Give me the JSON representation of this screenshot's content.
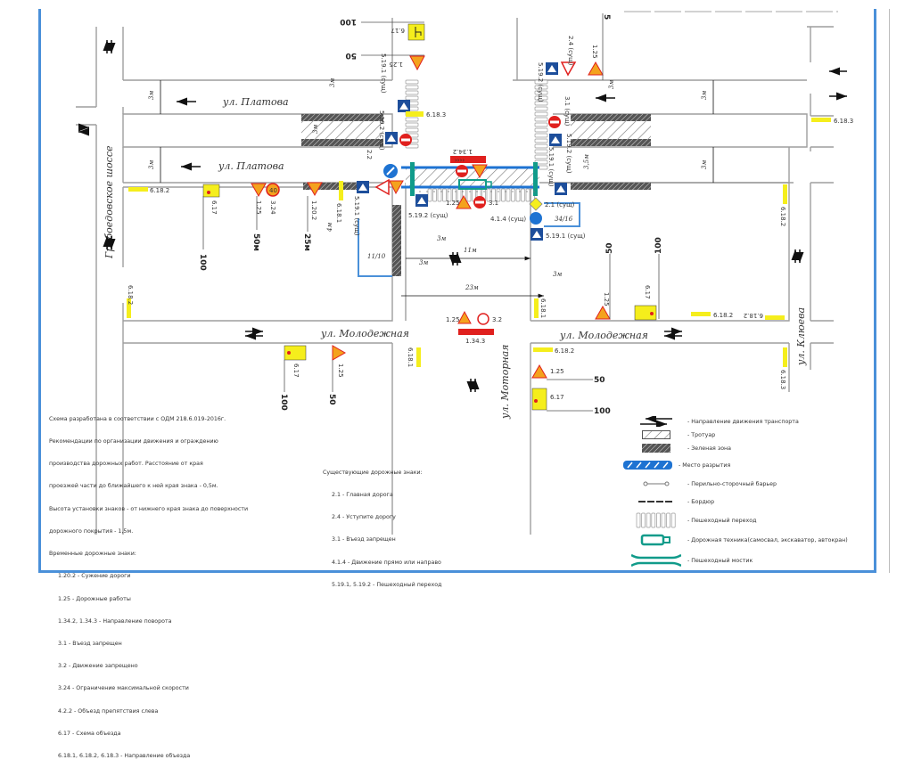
{
  "streets": {
    "platova_top": "ул. Платова",
    "platova_bottom": "ул. Платова",
    "gribedovskoe": "Грибоедовское шоссе",
    "molodezhnaya_left": "ул. Молодежная",
    "molodezhnaya_right": "ул. Молодежная",
    "motornaya": "ул. Моторная",
    "klyueva": "ул. Клюева"
  },
  "sign_labels": {
    "s617_top": "6.17",
    "s125_top": "1.25",
    "s5912_top": "5.19.2 (сущ)",
    "s24_top": "2.4 (сущ)",
    "s125_topright": "1.25",
    "s5911_top": "5.19.1 (сущ)",
    "s6183_a": "6.18.3",
    "s5192_b": "5.19.2 (сущ)",
    "s22": "2.2",
    "s31_top": "3.1 (сущ)",
    "s5192_c": "5.19.2 (сущ)",
    "s5191_d": "5.19.1 (сущ)",
    "s1342": "1.34.2",
    "s6182_left": "6.18.2",
    "s617_left": "6.17",
    "s125_left": "1.25",
    "s324": "3.24",
    "s1202": "1.20.2",
    "s6181_left": "6.18.1",
    "s5191_left": "5.19.1 (сущ)",
    "s5192_center": "5.19.2 (сущ)",
    "s125_center": "1.25",
    "s31_center": "3.1",
    "s21": "2.1 (сущ)",
    "s414": "4.1.4 (сущ)",
    "s5191_center": "5.19.1 (сущ)",
    "s6183_right": "6.18.3",
    "s6182_right1": "6.18.2",
    "s6182_right2": "6.18.2",
    "s6183_right2": "6.18.3",
    "s6182_leftv": "6.18.2",
    "s6181_mid": "6.18.1",
    "s125_mid": "1.25",
    "s617_mid": "6.17",
    "s6182_mid": "6.18.2",
    "s617_bl": "6.17",
    "s125_bl": "1.25",
    "s6181_bl": "6.18.1",
    "s125_c2": "1.25",
    "s32_c2": "3.2",
    "s1343": "1.34.3",
    "s6182_br": "6.18.2",
    "s125_br": "1.25",
    "s617_br": "6.17"
  },
  "distances": {
    "d100_top": "100",
    "d50_top": "50",
    "d5_top": "5",
    "d100_left": "100",
    "d50m_left": "50м",
    "d25m_left": "25м",
    "d100_bl": "100",
    "d50_bl": "50",
    "d50_mid": "50",
    "d100_mid": "100",
    "d50_br": "50",
    "d100_br": "100"
  },
  "dimensions": {
    "w3_a": "3м",
    "w3_b": "3м",
    "w3_c": "3м",
    "w3_d": "3м",
    "w3_e": "3м",
    "w3_f": "3м",
    "w3_g": "3м",
    "w4": "4м",
    "w35": "3,5м",
    "w11": "11м",
    "w23": "23м",
    "w3_h": "3м",
    "w3_i": "3м",
    "w3_j": "3м",
    "box_left": "11/10",
    "box_right": "34/16"
  },
  "notes": {
    "intro": [
      "Схема разработана в соответствии с ОДМ 218.6.019-2016г.",
      "Рекомендации по организации движения и ограждению",
      "производства дорожных работ. Расстояние от края",
      "проезжей части до ближайшего к ней края знака - 0,5м.",
      "Высота установки знаков - от нижнего края знака до поверхности",
      "дорожного покрытия - 1,5м.",
      "Временные дорожные знаки:"
    ],
    "temporary_signs": [
      "1.20.2 - Сужение дороги",
      "1.25 - Дорожные работы",
      "1.34.2, 1.34.3 - Направление поворота",
      "3.1 - Въезд запрещен",
      "3.2 - Движение запрещено",
      "3.24 - Ограничение максимальной скорости",
      "4.2.2 - Объезд препятствия слева",
      "6.17 - Схема объезда",
      "6.18.1, 6.18.2, 6.18.3 - Направление объезда"
    ]
  },
  "existing_signs": {
    "title": "Существующие дорожные знаки:",
    "items": [
      "2.1 - Главная дорога",
      "2.4 - Уступите дорогу",
      "3.1 - Въезд запрещен",
      "4.1.4 - Движение прямо или направо",
      "5.19.1, 5.19.2 - Пешеходный переход"
    ]
  },
  "legend": [
    {
      "icon": "traffic-direction-icon",
      "label": "- Направление движения транспорта"
    },
    {
      "icon": "sidewalk-icon",
      "label": "- Тротуар"
    },
    {
      "icon": "green-zone-icon",
      "label": "- Зеленая зона"
    },
    {
      "icon": "excavation-icon",
      "label": "- Место разрытия"
    },
    {
      "icon": "barrier-icon",
      "label": "- Перильно-сторочный барьер"
    },
    {
      "icon": "curb-icon",
      "label": "- Бордюр"
    },
    {
      "icon": "crosswalk-icon",
      "label": "- Пешеходный переход"
    },
    {
      "icon": "road-machinery-icon",
      "label": "- Дорожная техника(самосвал, экскаватор, автокран)"
    },
    {
      "icon": "pedestrian-bridge-icon",
      "label": "- Пешеходный мостик"
    }
  ],
  "colors": {
    "frame": "#4a90d9",
    "road": "#9e9e9e",
    "excavation": "#1e73d2",
    "machinery": "#119b8a",
    "sign_yellow": "#f5ee1c",
    "sign_red": "#e0201e",
    "sign_blue": "#1d4e9b",
    "sign_orange": "#f4a21d"
  }
}
